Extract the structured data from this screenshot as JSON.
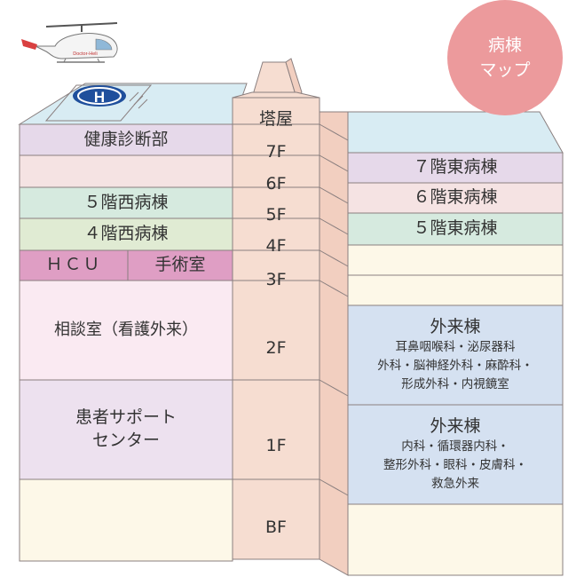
{
  "badge": {
    "line1": "病棟",
    "line2": "マップ"
  },
  "colors": {
    "lavender": "#e6d9ea",
    "pink_light": "#f5e3e3",
    "mint": "#d6eadf",
    "green_light": "#e0ebd3",
    "magenta": "#df9ec4",
    "pink_pale": "#faeaf2",
    "lavender_light": "#ede1ef",
    "cream": "#fdf8e8",
    "blue": "#d5e1f1",
    "tower": "#f6ddd1",
    "roof": "#d8ecf3",
    "badge": "#ec9a9c"
  },
  "west": {
    "rows": [
      {
        "label": "健康診断部"
      },
      {
        "label": ""
      },
      {
        "label": "５階西病棟"
      },
      {
        "label": "４階西病棟"
      },
      {
        "label": "ＨＣＵ",
        "label2": "手術室"
      },
      {
        "label": "相談室（看護外来）"
      },
      {
        "label": "患者サポート",
        "label2": "センター"
      },
      {
        "label": ""
      }
    ]
  },
  "tower": {
    "floors": [
      "塔屋",
      "7F",
      "6F",
      "5F",
      "4F",
      "3F",
      "2F",
      "1F",
      "BF"
    ]
  },
  "east": {
    "rows": [
      {
        "label": "７階東病棟"
      },
      {
        "label": "６階東病棟"
      },
      {
        "label": "５階東病棟"
      },
      {
        "label": ""
      },
      {
        "label": ""
      },
      {
        "title": "外来棟",
        "desc": [
          "耳鼻咽喉科・泌尿器科",
          "外科・脳神経外科・麻酔科・",
          "形成外科・内視鏡室"
        ]
      },
      {
        "title": "外来棟",
        "desc": [
          "内科・循環器内科・",
          "整形外科・眼科・皮膚科・",
          "救急外来"
        ]
      },
      {
        "label": ""
      }
    ]
  },
  "icons": {
    "helicopter": "helicopter-icon",
    "helipad": "helipad-icon"
  },
  "helicopter_text": "Doctor-Heli"
}
